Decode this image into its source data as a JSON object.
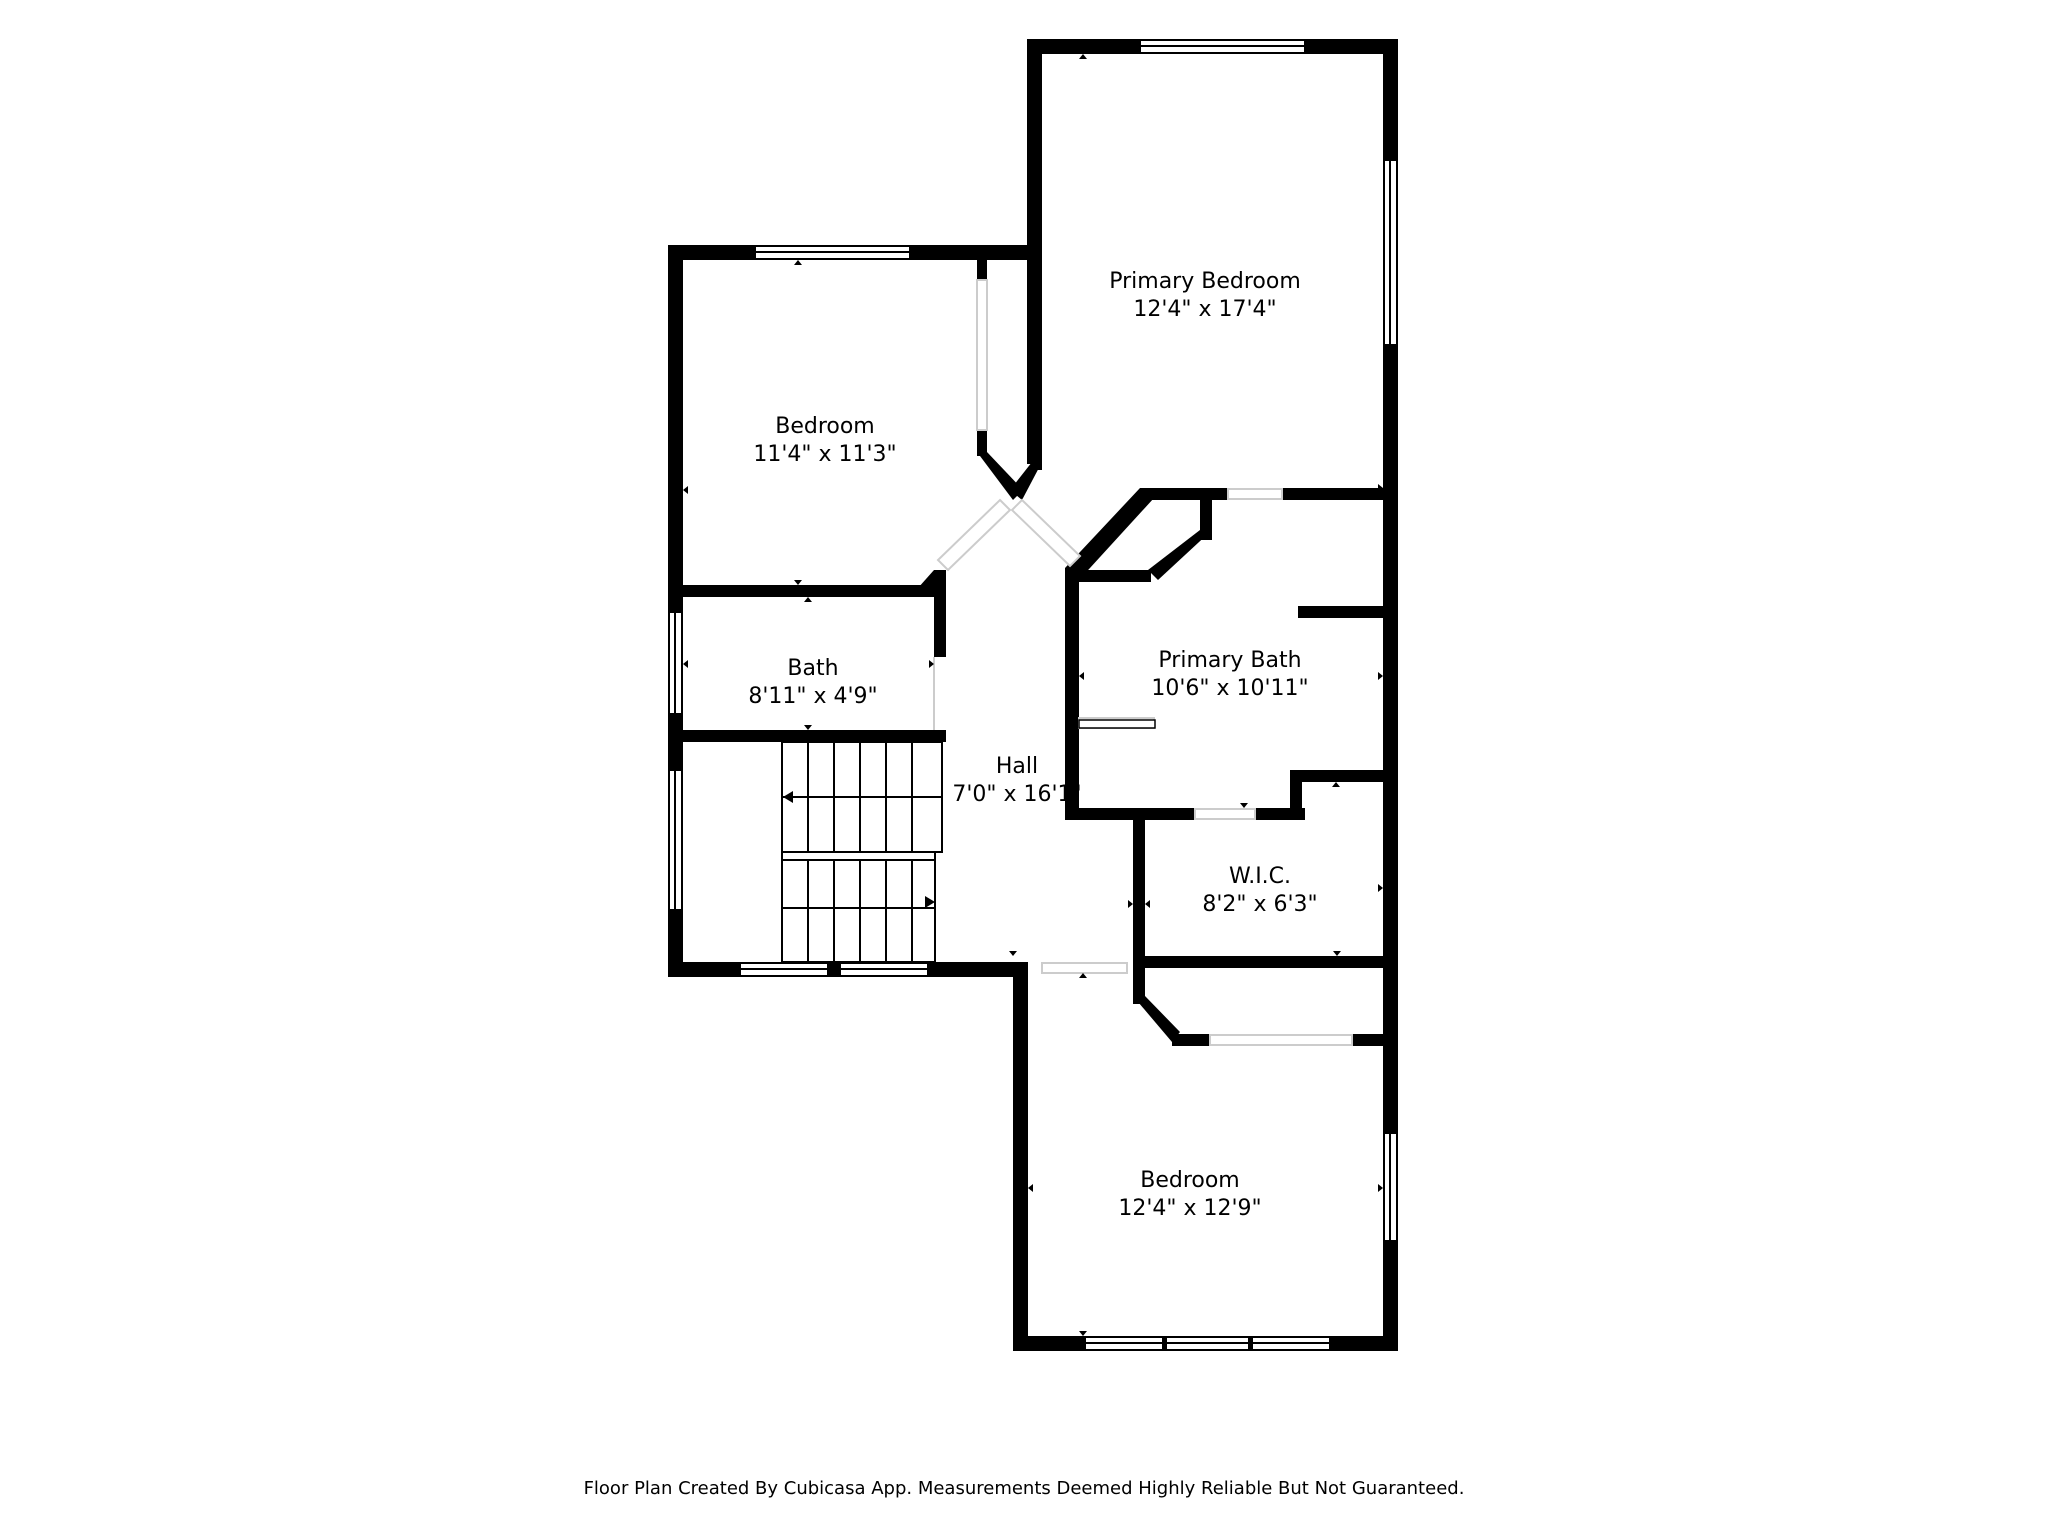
{
  "rooms": [
    {
      "id": "primary-bedroom",
      "name": "Primary Bedroom",
      "dims": "12'4\" x 17'4\""
    },
    {
      "id": "bedroom-1",
      "name": "Bedroom",
      "dims": "11'4\" x 11'3\""
    },
    {
      "id": "bath",
      "name": "Bath",
      "dims": "8'11\" x 4'9\""
    },
    {
      "id": "primary-bath",
      "name": "Primary Bath",
      "dims": "10'6\" x 10'11\""
    },
    {
      "id": "hall",
      "name": "Hall",
      "dims": "7'0\" x 16'1\""
    },
    {
      "id": "wic",
      "name": "W.I.C.",
      "dims": "8'2\" x 6'3\""
    },
    {
      "id": "bedroom-2",
      "name": "Bedroom",
      "dims": "12'4\" x 12'9\""
    }
  ],
  "footer": "Floor Plan Created By Cubicasa App. Measurements Deemed Highly Reliable But Not Guaranteed.",
  "colors": {
    "wall": "#000000",
    "background": "#ffffff"
  }
}
